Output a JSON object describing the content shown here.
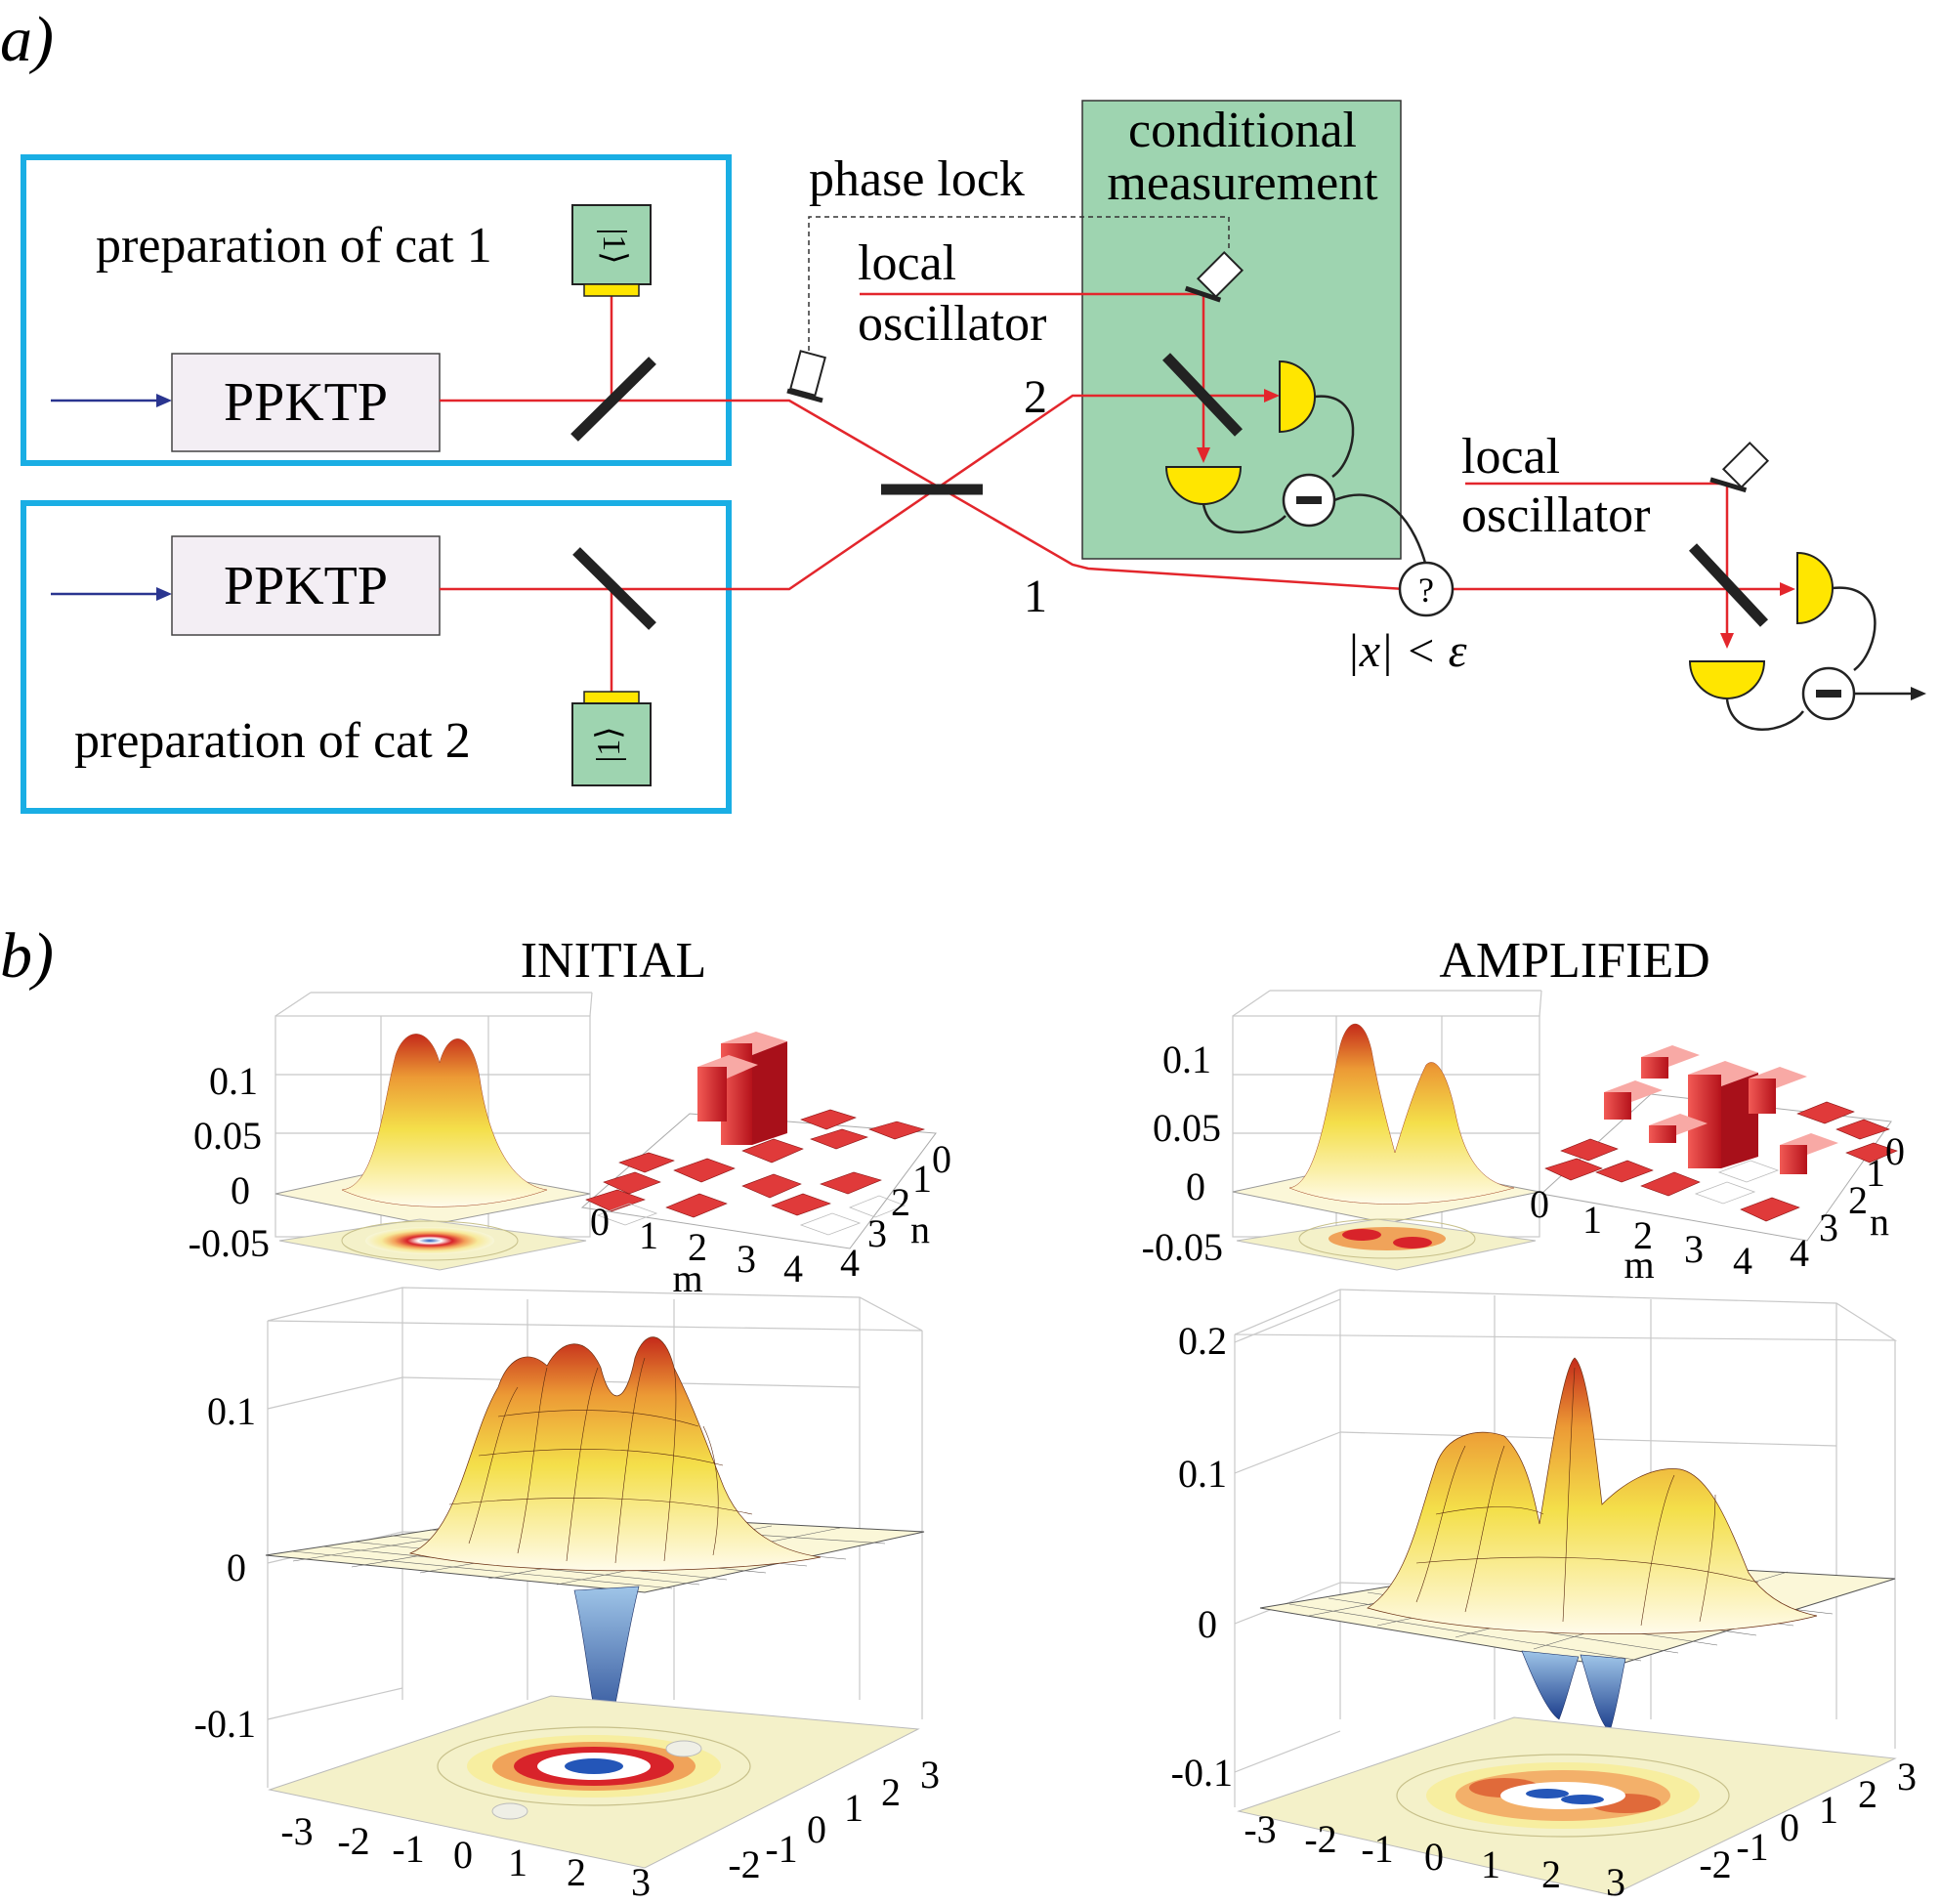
{
  "panel_a": {
    "label": "a)",
    "cat1_label": "preparation of cat 1",
    "cat2_label": "preparation of cat 2",
    "crystal_label": "PPKTP",
    "ket_symbol": "|1⟩",
    "phase_lock": "phase lock",
    "lo_top_line1": "local",
    "lo_top_line2": "oscillator",
    "cond_line1": "conditional",
    "cond_line2": "measurement",
    "port_1": "1",
    "port_2": "2",
    "question": "?",
    "condition": "|x| < ε",
    "lo_right_line1": "local",
    "lo_right_line2": "oscillator",
    "colors": {
      "blue_frame": "#1aaee4",
      "green_box": "#9ed4b0",
      "laser_red": "#e3262c",
      "pump_blue": "#2a3590",
      "detector_yellow": "#ffe600",
      "crystal_fill": "#f3eef4"
    }
  },
  "panel_b": {
    "label": "b)",
    "initial": {
      "title": "INITIAL",
      "small_plot_ticks": [
        "0.1",
        "0.05",
        "0",
        "-0.05"
      ],
      "density_m_label": "m",
      "density_n_label": "n",
      "m_ticks": [
        "0",
        "1",
        "2",
        "3",
        "4"
      ],
      "n_ticks": [
        "0",
        "1",
        "2",
        "3",
        "4"
      ],
      "big_plot_ticks": [
        "0.1",
        "0",
        "-0.1"
      ],
      "x_ticks": [
        "-3",
        "-2",
        "-1",
        "0",
        "1",
        "2",
        "3"
      ],
      "y_ticks": [
        "-2",
        "-1",
        "0",
        "1",
        "2",
        "3"
      ]
    },
    "amplified": {
      "title": "AMPLIFIED",
      "small_plot_ticks": [
        "0.1",
        "0.05",
        "0",
        "-0.05"
      ],
      "density_m_label": "m",
      "density_n_label": "n",
      "m_ticks": [
        "0",
        "1",
        "2",
        "3",
        "4"
      ],
      "n_ticks": [
        "0",
        "1",
        "2",
        "3",
        "4"
      ],
      "big_plot_ticks": [
        "0.2",
        "0.1",
        "0",
        "-0.1"
      ],
      "x_ticks": [
        "-3",
        "-2",
        "-1",
        "0",
        "1",
        "2",
        "3"
      ],
      "y_ticks": [
        "-2",
        "-1",
        "0",
        "1",
        "2",
        "3"
      ]
    }
  }
}
